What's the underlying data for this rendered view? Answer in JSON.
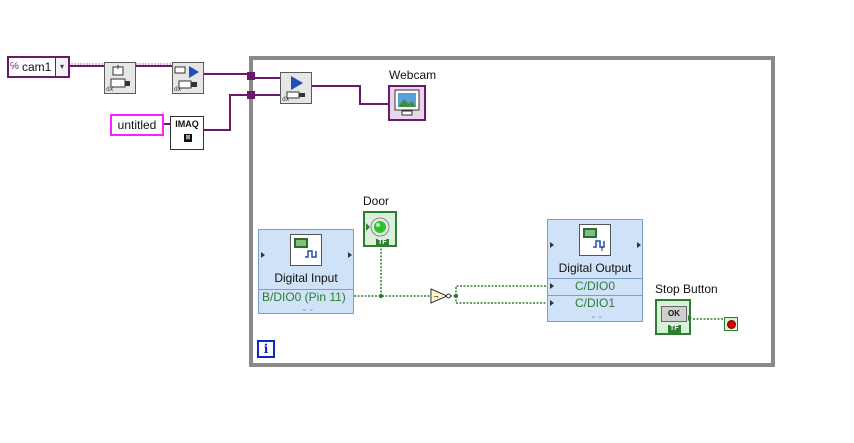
{
  "camera_control": {
    "value": "cam1",
    "prefix": "℅",
    "dropdown": "▾"
  },
  "string_constant": {
    "value": "untitled"
  },
  "imaq_create": {
    "label": "IMAQ",
    "subglyph": "⊠"
  },
  "webcam_indicator": {
    "label": "Webcam"
  },
  "door_indicator": {
    "label": "Door",
    "tf": "TF"
  },
  "digital_input": {
    "title": "Digital Input",
    "channel": "B/DIO0 (Pin 11)"
  },
  "digital_output": {
    "title": "Digital Output",
    "channels": [
      "C/DIO0",
      "C/DIO1"
    ]
  },
  "stop_button": {
    "label": "Stop Button",
    "button_text": "OK",
    "tf": "TF"
  },
  "loop_iteration": {
    "symbol": "i"
  },
  "not_gate": {
    "symbol": "¬"
  },
  "colors": {
    "image_wire": "#6b1a6b",
    "boolean_wire": "#2e7d32",
    "loop_border": "#8a8a8a",
    "express_bg": "#cfe2f8"
  }
}
